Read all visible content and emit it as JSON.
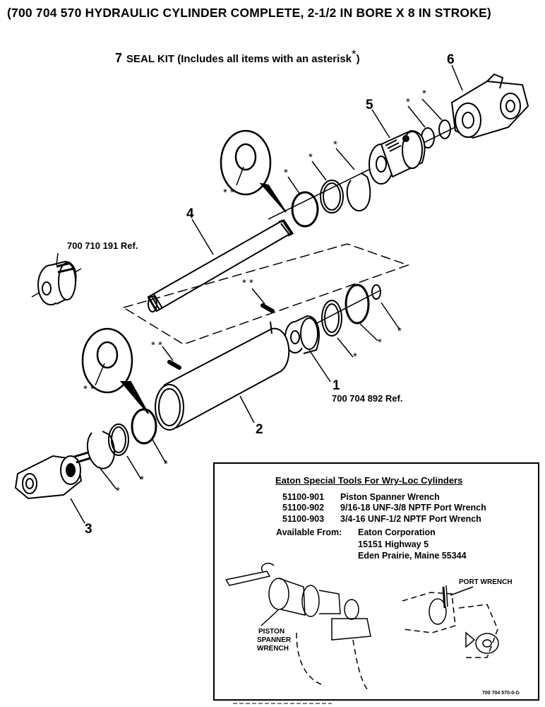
{
  "title": "(700 704 570 HYDRAULIC CYLINDER COMPLETE, 2-1/2 IN BORE X 8 IN STROKE)",
  "seal_kit": {
    "number": "7",
    "label": "SEAL KIT  (Includes all items with an asterisk",
    "asterisk": "*",
    "close": ")"
  },
  "callouts": {
    "c1": "1",
    "c2": "2",
    "c3": "3",
    "c4": "4",
    "c5": "5",
    "c6": "6"
  },
  "refs": {
    "piston_ref": "700 710 191 Ref.",
    "tube_ref": "700 704 892 Ref."
  },
  "asterisk_single": "*",
  "asterisk_double": "* *",
  "tools_box": {
    "title": "Eaton Special Tools For Wry-Loc Cylinders",
    "tools": [
      {
        "part": "51100-901",
        "desc": "Piston Spanner Wrench"
      },
      {
        "part": "51100-902",
        "desc": "9/16-18 UNF-3/8 NPTF Port Wrench"
      },
      {
        "part": "51100-903",
        "desc": "3/4-16 UNF-1/2 NPTF Port Wrench"
      }
    ],
    "available_label": "Available From:",
    "address": [
      "Eaton Corporation",
      "15151 Highway 5",
      "Eden Prairie, Maine  55344"
    ],
    "port_wrench_label": "PORT WRENCH",
    "piston_spanner_label": [
      "PISTON",
      "SPANNER",
      "WRENCH"
    ]
  },
  "drawing_code": "700 704 570-0-G"
}
